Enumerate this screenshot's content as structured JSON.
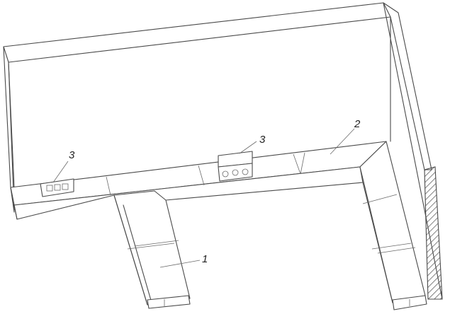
{
  "labels": {
    "duct": "1",
    "wall_trunking": "2",
    "socket_box": "3"
  },
  "colors": {
    "line": "#4a4a4a",
    "hatch": "#4a4a4a",
    "background": "#ffffff"
  }
}
